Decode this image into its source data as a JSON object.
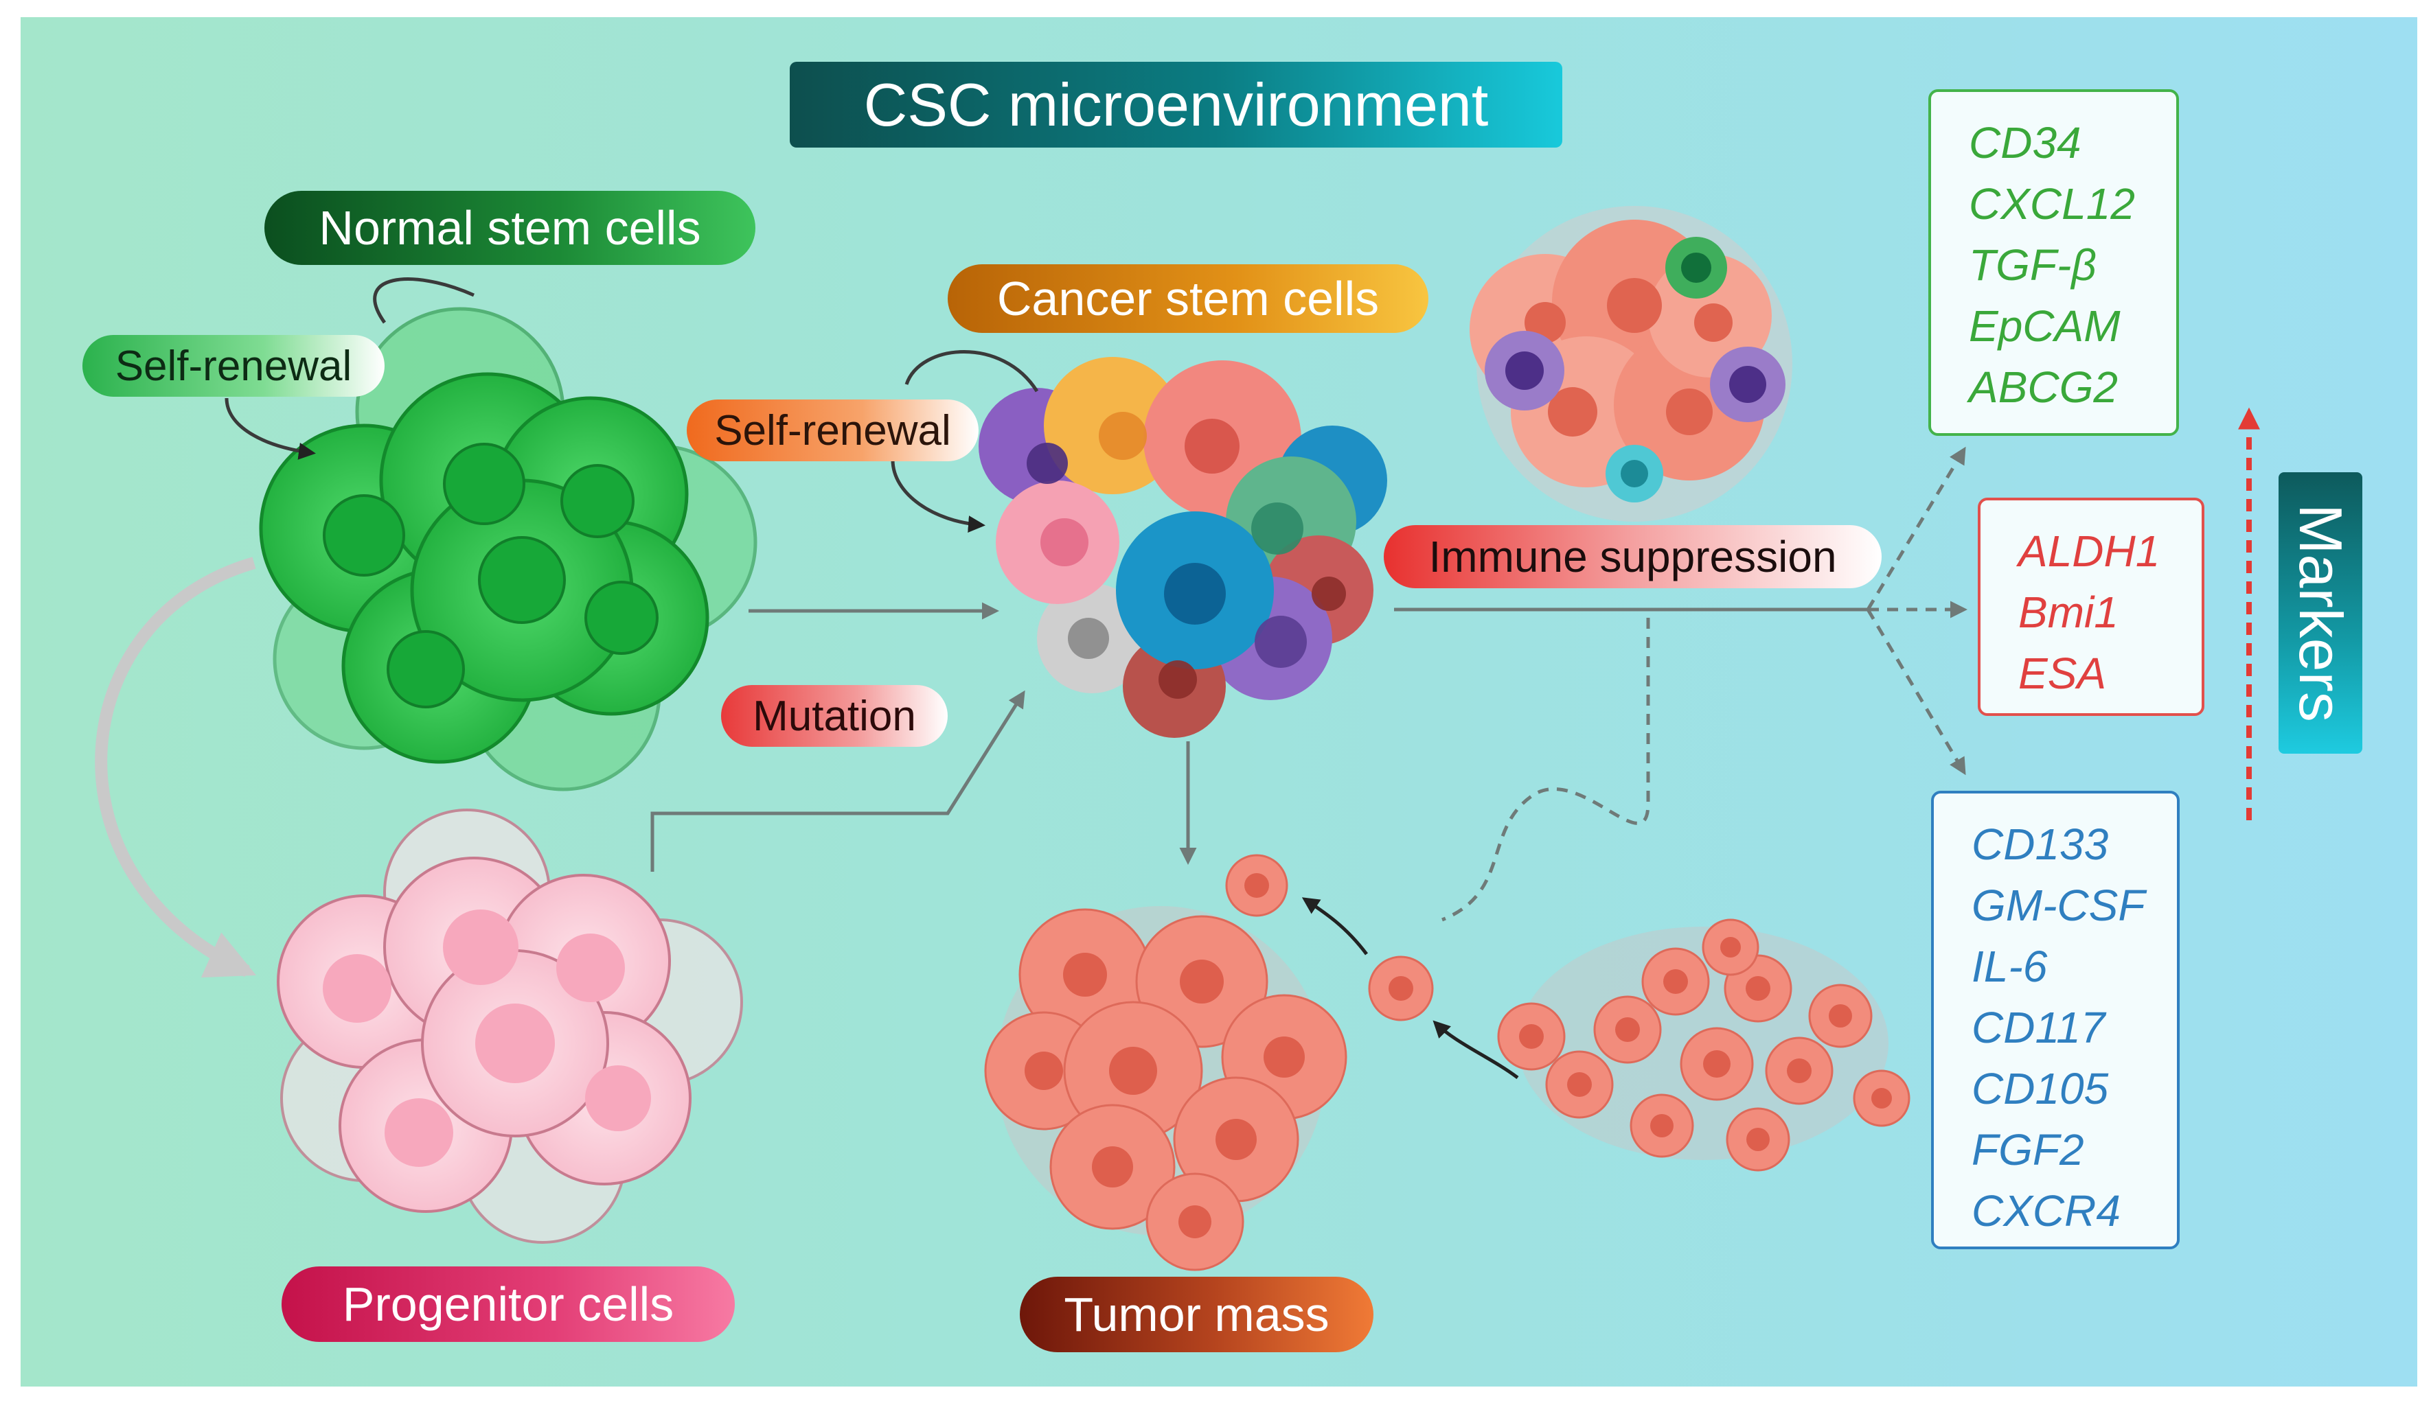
{
  "title": "CSC microenvironment",
  "labels": {
    "normal_stem_cells": "Normal stem cells",
    "self_renewal_normal": "Self-renewal",
    "cancer_stem_cells": "Cancer stem cells",
    "self_renewal_cancer": "Self-renewal",
    "mutation": "Mutation",
    "immune_suppression": "Immune suppression",
    "progenitor_cells": "Progenitor cells",
    "tumor_mass": "Tumor mass",
    "markers": "Markers"
  },
  "marker_groups": {
    "green": [
      "CD34",
      "CXCL12",
      "TGF-β",
      "EpCAM",
      "ABCG2"
    ],
    "red": [
      "ALDH1",
      "Bmi1",
      "ESA"
    ],
    "blue": [
      "CD133",
      "GM-CSF",
      "IL-6",
      "CD117",
      "CD105",
      "FGF2",
      "CXCR4"
    ]
  },
  "colors": {
    "green_markers": "#3aa83a",
    "red_markers": "#e0403f",
    "blue_markers": "#2f7fc0",
    "normal_cells": "#2ec24a",
    "progenitor_cells": "#f9c3d2",
    "tumor_cells": "#f28c7c"
  }
}
